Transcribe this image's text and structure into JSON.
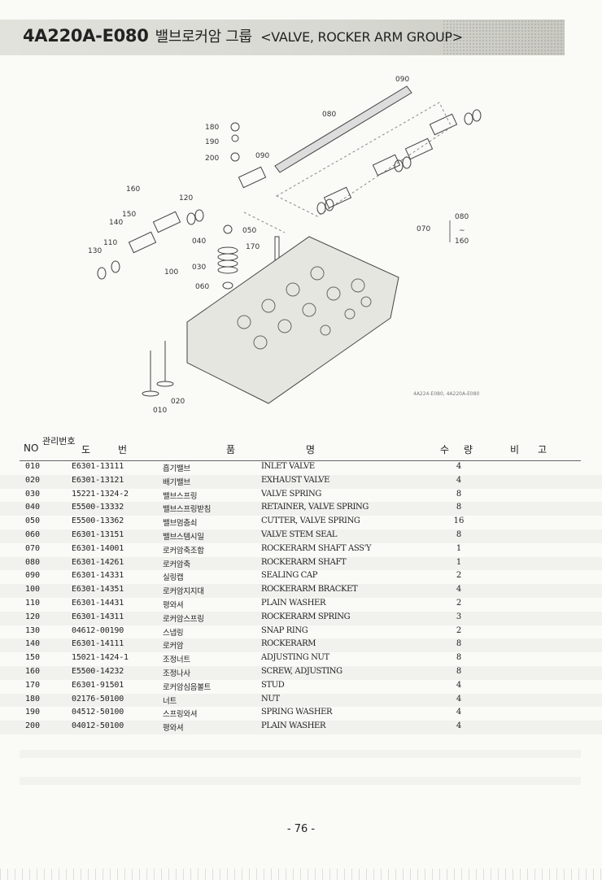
{
  "header": {
    "code": "4A220A-E080",
    "title_ko": "밸브로커암 그룹",
    "title_en": "<VALVE, ROCKER ARM GROUP>"
  },
  "diagram": {
    "callouts": [
      "090",
      "080",
      "180",
      "190",
      "200",
      "090",
      "160",
      "120",
      "150",
      "140",
      "110",
      "130",
      "040",
      "050",
      "170",
      "030",
      "100",
      "060",
      "070",
      "080",
      "~",
      "160",
      "020",
      "010"
    ],
    "reference": "4A224-E080, 4A220A-E080"
  },
  "table": {
    "headers": {
      "no": "NO",
      "mgmt": "관리번호",
      "dwg_1": "도",
      "dwg_2": "번",
      "name_1": "품",
      "name_2": "명",
      "qty_1": "수",
      "qty_2": "량",
      "remark_1": "비",
      "remark_2": "고"
    },
    "rows": [
      {
        "no": "010",
        "part": "E6301-13111",
        "ko": "흡기밸브",
        "en": "INLET VALVE",
        "qty": "4"
      },
      {
        "no": "020",
        "part": "E6301-13121",
        "ko": "배기밸브",
        "en": "EXHAUST VALVE",
        "qty": "4"
      },
      {
        "no": "030",
        "part": "15221-1324-2",
        "ko": "밸브스프링",
        "en": "VALVE SPRING",
        "qty": "8"
      },
      {
        "no": "040",
        "part": "E5500-13332",
        "ko": "밸브스프링받침",
        "en": "RETAINER, VALVE SPRING",
        "qty": "8"
      },
      {
        "no": "050",
        "part": "E5500-13362",
        "ko": "밸브멈춤쇠",
        "en": "CUTTER, VALVE SPRING",
        "qty": "16"
      },
      {
        "no": "060",
        "part": "E6301-13151",
        "ko": "밸브스템시일",
        "en": "VALVE STEM SEAL",
        "qty": "8"
      },
      {
        "no": "070",
        "part": "E6301-14001",
        "ko": "로커암축조합",
        "en": "ROCKERARM SHAFT ASS'Y",
        "qty": "1"
      },
      {
        "no": "080",
        "part": "E6301-14261",
        "ko": "로커암축",
        "en": "ROCKERARM SHAFT",
        "qty": "1"
      },
      {
        "no": "090",
        "part": "E6301-14331",
        "ko": "실링캡",
        "en": "SEALING CAP",
        "qty": "2"
      },
      {
        "no": "100",
        "part": "E6301-14351",
        "ko": "로커암지지대",
        "en": "ROCKERARM BRACKET",
        "qty": "4"
      },
      {
        "no": "110",
        "part": "E6301-14431",
        "ko": "평와셔",
        "en": "PLAIN WASHER",
        "qty": "2"
      },
      {
        "no": "120",
        "part": "E6301-14311",
        "ko": "로커암스프링",
        "en": "ROCKERARM SPRING",
        "qty": "3"
      },
      {
        "no": "130",
        "part": "04612-00190",
        "ko": "스냅링",
        "en": "SNAP RING",
        "qty": "2"
      },
      {
        "no": "140",
        "part": "E6301-14111",
        "ko": "로커암",
        "en": "ROCKERARM",
        "qty": "8"
      },
      {
        "no": "150",
        "part": "15021-1424-1",
        "ko": "조정너트",
        "en": "ADJUSTING NUT",
        "qty": "8"
      },
      {
        "no": "160",
        "part": "E5500-14232",
        "ko": "조정나사",
        "en": "SCREW, ADJUSTING",
        "qty": "8"
      },
      {
        "no": "170",
        "part": "E6301-91501",
        "ko": "로커암심음볼트",
        "en": "STUD",
        "qty": "4"
      },
      {
        "no": "180",
        "part": "02176-50100",
        "ko": "너트",
        "en": "NUT",
        "qty": "4"
      },
      {
        "no": "190",
        "part": "04512-50100",
        "ko": "스프링와셔",
        "en": "SPRING WASHER",
        "qty": "4"
      },
      {
        "no": "200",
        "part": "04012-50100",
        "ko": "평와셔",
        "en": "PLAIN WASHER",
        "qty": "4"
      }
    ]
  },
  "page_number": "- 76 -"
}
